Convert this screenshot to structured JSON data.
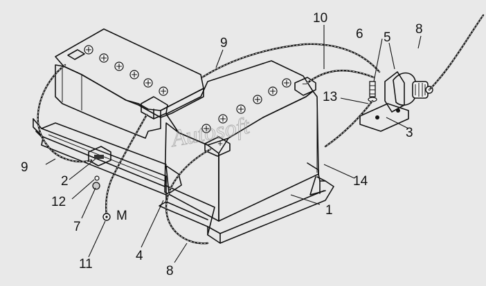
{
  "watermark": "Autosoft",
  "callouts": [
    {
      "id": "label-1",
      "text": "1"
    },
    {
      "id": "label-2",
      "text": "2"
    },
    {
      "id": "label-3",
      "text": "3"
    },
    {
      "id": "label-4",
      "text": "4"
    },
    {
      "id": "label-5",
      "text": "5"
    },
    {
      "id": "label-6",
      "text": "6"
    },
    {
      "id": "label-7",
      "text": "7"
    },
    {
      "id": "label-8-top",
      "text": "8"
    },
    {
      "id": "label-8-bottom",
      "text": "8"
    },
    {
      "id": "label-9-top",
      "text": "9"
    },
    {
      "id": "label-9-left",
      "text": "9"
    },
    {
      "id": "label-10",
      "text": "10"
    },
    {
      "id": "label-11",
      "text": "11"
    },
    {
      "id": "label-12",
      "text": "12"
    },
    {
      "id": "label-13",
      "text": "13"
    },
    {
      "id": "label-14",
      "text": "14"
    },
    {
      "id": "label-m",
      "text": "М"
    }
  ],
  "terminal_marks": {
    "plus": "+",
    "minus": "−"
  }
}
